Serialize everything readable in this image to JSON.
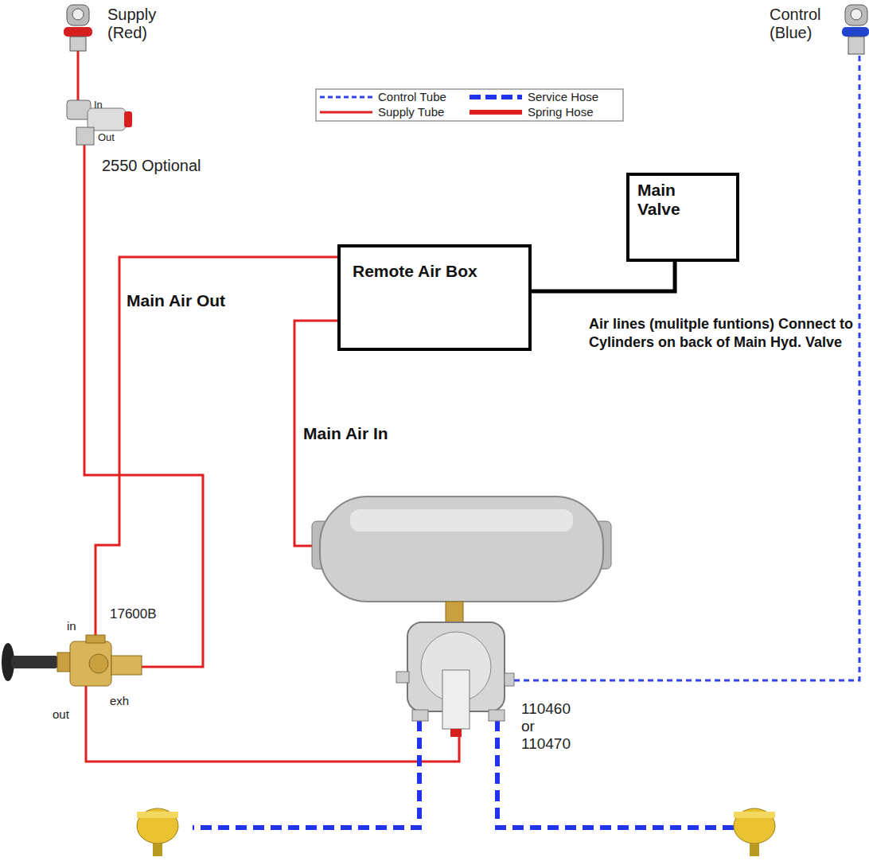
{
  "diagram": {
    "nodes": [
      {
        "text": [
          "Remote Air Box"
        ]
      },
      {
        "text": [
          "Main Valve"
        ]
      }
    ],
    "edges": [
      {
        "from": 0,
        "to": 1,
        "arrow": "none"
      }
    ],
    "labels": [
      "Supply (Red)",
      "Control (Blue)",
      "In",
      "Out",
      "2550 Optional",
      "Main Air Out",
      "Main Air In",
      "Air lines (mulitple funtions) Connect to Cylinders on back of Main Hyd. Valve",
      "17600B",
      "in",
      "out",
      "exh",
      "110460 or 110470"
    ],
    "legend": [
      {
        "text": "Control Tube"
      },
      {
        "text": "Service Hose"
      },
      {
        "text": "Supply Tube"
      },
      {
        "text": "Spring Hose"
      }
    ]
  }
}
